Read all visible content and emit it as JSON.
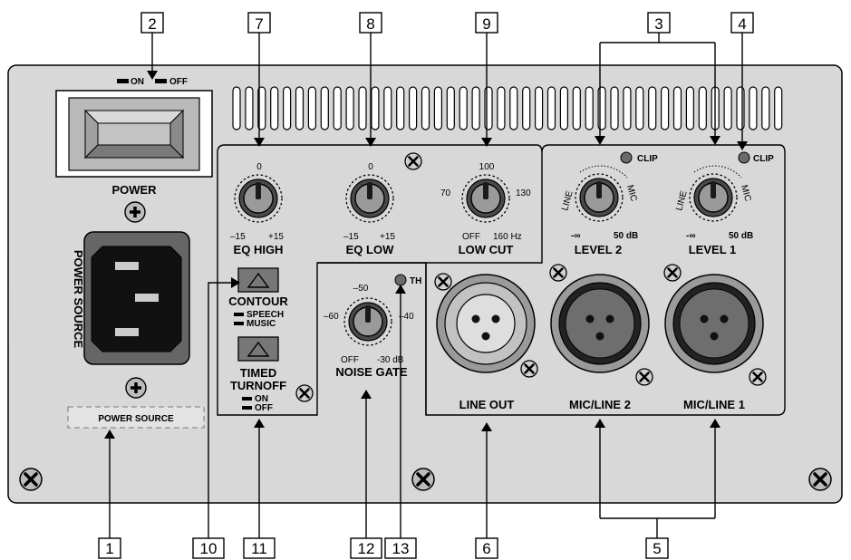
{
  "callouts": [
    "1",
    "2",
    "3",
    "4",
    "5",
    "6",
    "7",
    "8",
    "9",
    "10",
    "11",
    "12",
    "13"
  ],
  "power": {
    "switch_on": "ON",
    "switch_off": "OFF",
    "label": "POWER",
    "source_vertical": "POWER SOURCE",
    "source_box": "POWER SOURCE"
  },
  "eq": {
    "high_label": "EQ HIGH",
    "high_top": "0",
    "high_min": "–15",
    "high_max": "+15",
    "low_label": "EQ LOW",
    "low_top": "0",
    "low_min": "–15",
    "low_max": "+15"
  },
  "lowcut": {
    "label": "LOW CUT",
    "top": "100",
    "left": "70",
    "right": "130",
    "min": "OFF",
    "max": "160 Hz"
  },
  "levels": {
    "clip": "CLIP",
    "level2": "LEVEL 2",
    "level1": "LEVEL 1",
    "line": "LINE",
    "mic": "MIC",
    "min": "-∞",
    "max": "50 dB"
  },
  "contour": {
    "label": "CONTOUR",
    "speech": "SPEECH",
    "music": "MUSIC"
  },
  "timed": {
    "label1": "TIMED",
    "label2": "TURNOFF",
    "on": "ON",
    "off": "OFF"
  },
  "gate": {
    "label": "NOISE GATE",
    "top": "–50",
    "left": "–60",
    "right": "–40",
    "min": "OFF",
    "max": "-30 dB",
    "th": "TH"
  },
  "jacks": {
    "lineout": "LINE OUT",
    "mic2": "MIC/LINE 2",
    "mic1": "MIC/LINE 1"
  }
}
